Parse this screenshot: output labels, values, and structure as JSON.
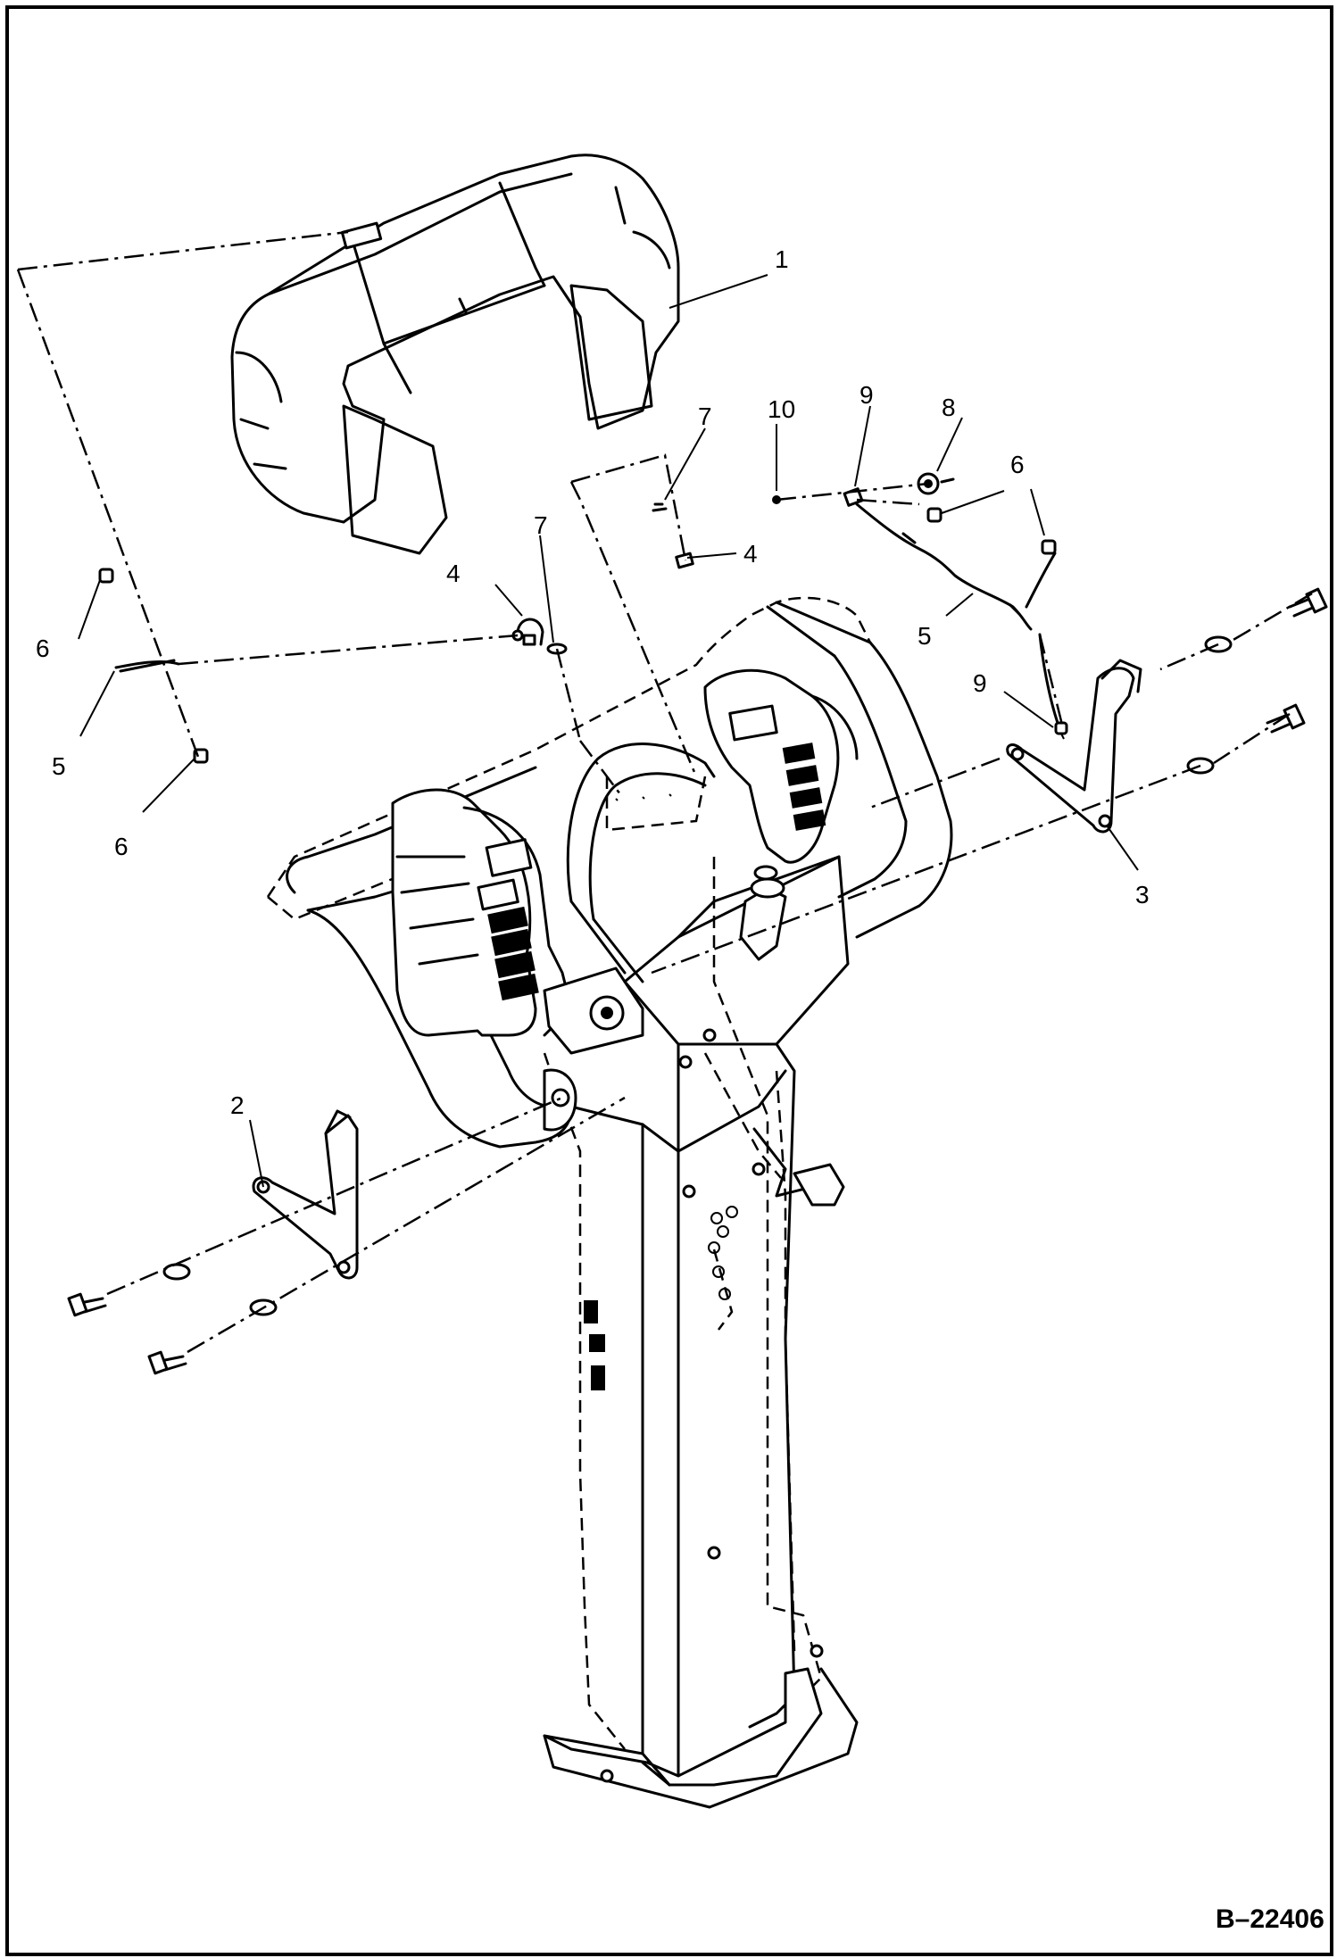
{
  "figure_number": "B–22406",
  "callouts": [
    {
      "label": "1"
    },
    {
      "label": "2"
    },
    {
      "label": "3"
    },
    {
      "label": "4"
    },
    {
      "label": "4"
    },
    {
      "label": "5"
    },
    {
      "label": "5"
    },
    {
      "label": "6"
    },
    {
      "label": "6"
    },
    {
      "label": "6"
    },
    {
      "label": "7"
    },
    {
      "label": "7"
    },
    {
      "label": "8"
    },
    {
      "label": "9"
    },
    {
      "label": "9"
    },
    {
      "label": "10"
    }
  ]
}
